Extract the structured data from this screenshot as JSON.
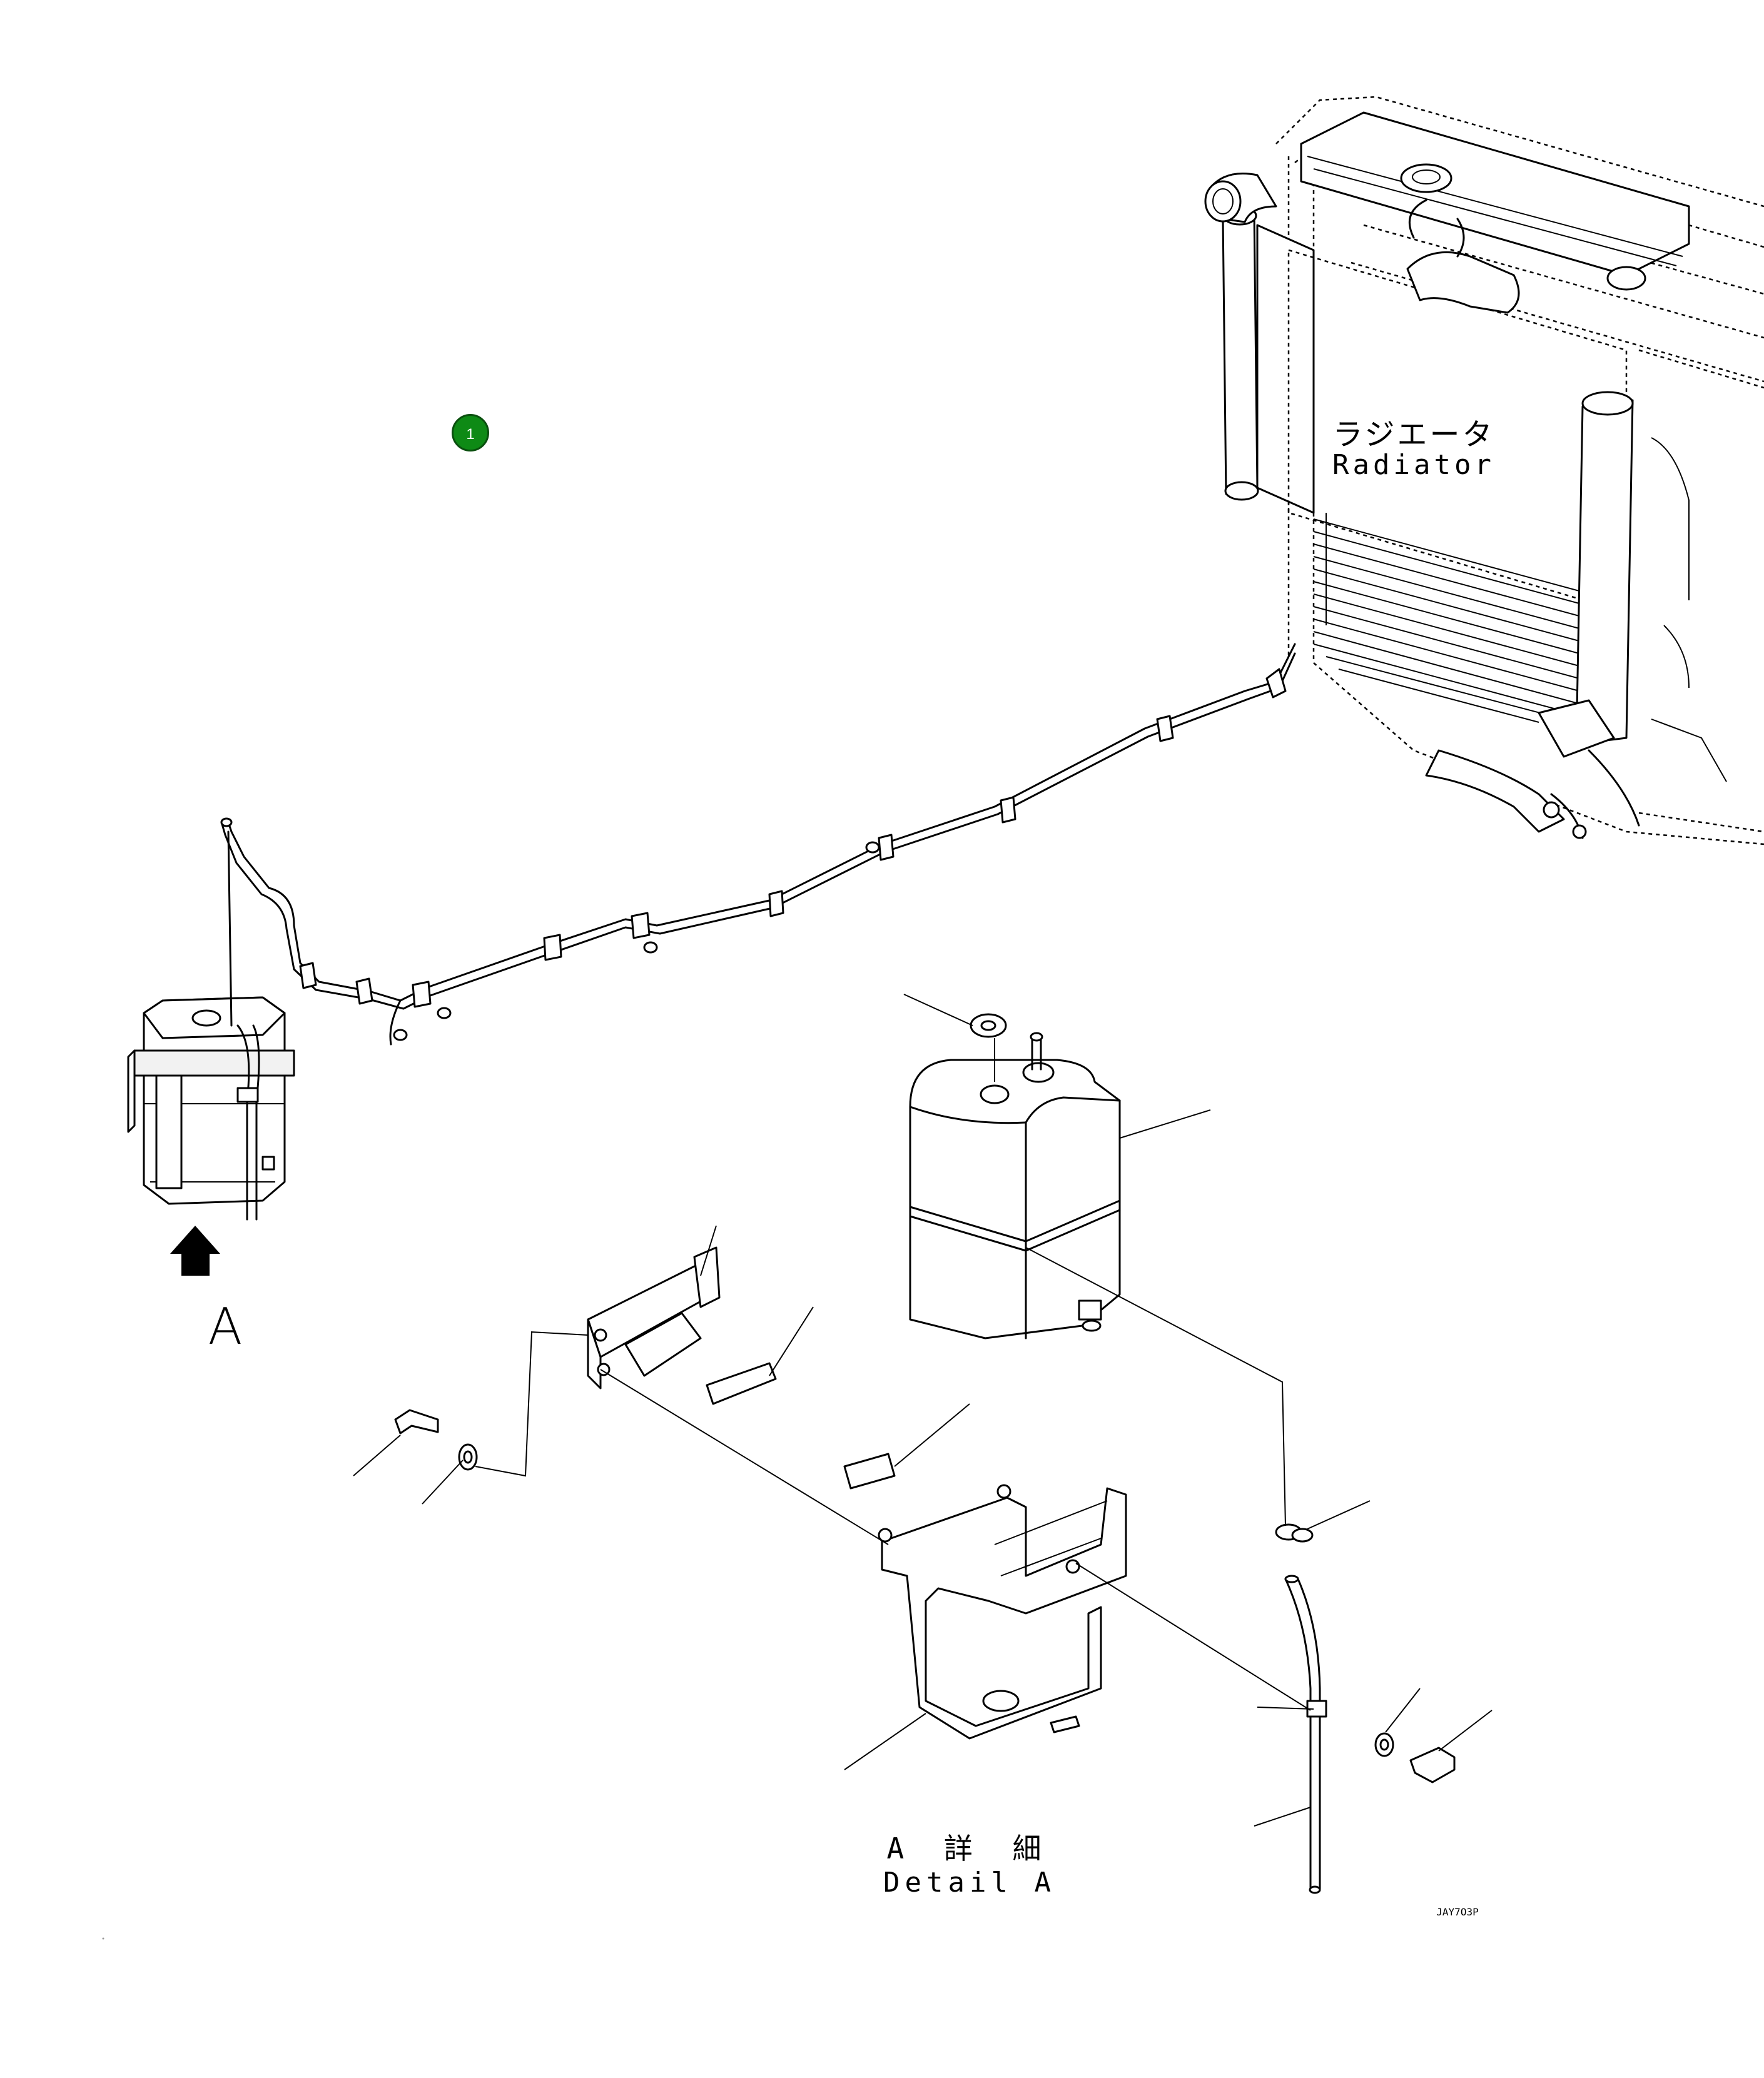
{
  "radiator": {
    "label_jp": "ラジエータ",
    "label_en": "Radiator"
  },
  "view_marker": {
    "label": "A"
  },
  "detail": {
    "label_jp": "A 詳 細",
    "label_en": "Detail A"
  },
  "callouts": [
    {
      "number": "1",
      "color": "#0e8a15"
    }
  ],
  "drawing_code": "JAY7O3P"
}
